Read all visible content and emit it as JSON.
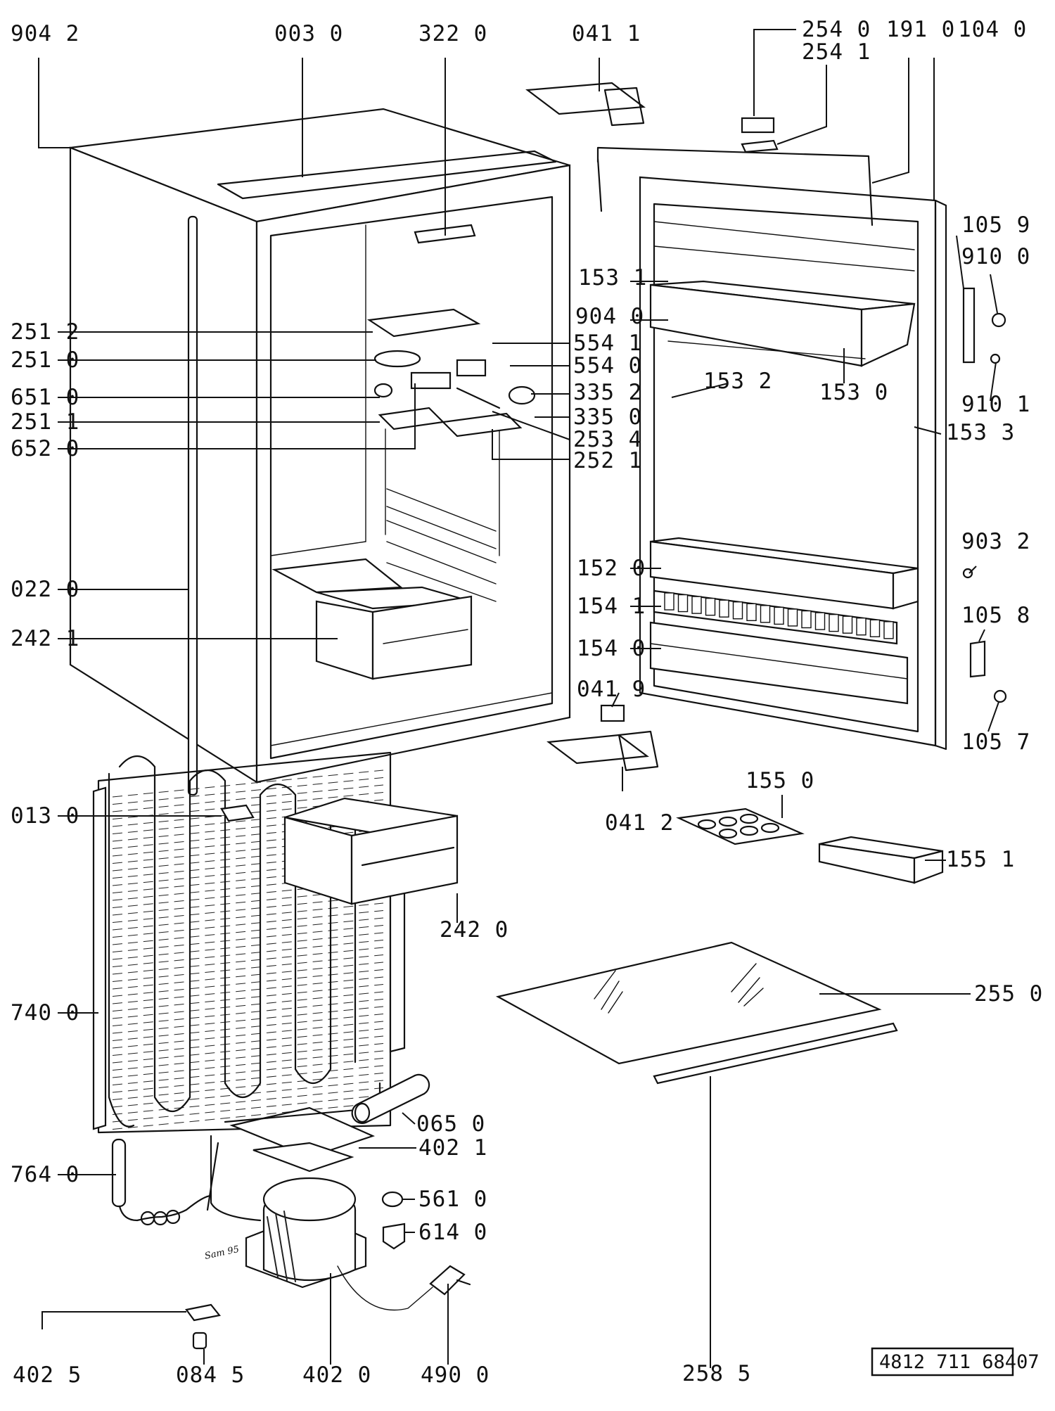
{
  "diagram": {
    "document_number": "4812 711 68407",
    "signature": "Sam 95",
    "labels": [
      {
        "id": "9042",
        "text": "904 2"
      },
      {
        "id": "0030",
        "text": "003 0"
      },
      {
        "id": "3220",
        "text": "322 0"
      },
      {
        "id": "0411",
        "text": "041 1"
      },
      {
        "id": "2540",
        "text": "254 0"
      },
      {
        "id": "2541",
        "text": "254 1"
      },
      {
        "id": "1910",
        "text": "191 0"
      },
      {
        "id": "1040",
        "text": "104 0"
      },
      {
        "id": "1059",
        "text": "105 9"
      },
      {
        "id": "9100",
        "text": "910 0"
      },
      {
        "id": "1531",
        "text": "153 1"
      },
      {
        "id": "9040",
        "text": "904 0"
      },
      {
        "id": "2512",
        "text": "251 2"
      },
      {
        "id": "5541",
        "text": "554 1"
      },
      {
        "id": "2510",
        "text": "251 0"
      },
      {
        "id": "5540",
        "text": "554 0"
      },
      {
        "id": "6510",
        "text": "651 0"
      },
      {
        "id": "3352",
        "text": "335 2"
      },
      {
        "id": "1532",
        "text": "153 2"
      },
      {
        "id": "1530",
        "text": "153 0"
      },
      {
        "id": "9101",
        "text": "910 1"
      },
      {
        "id": "2511",
        "text": "251 1"
      },
      {
        "id": "3350",
        "text": "335 0"
      },
      {
        "id": "1533",
        "text": "153 3"
      },
      {
        "id": "6520",
        "text": "652 0"
      },
      {
        "id": "2534",
        "text": "253 4"
      },
      {
        "id": "2521",
        "text": "252 1"
      },
      {
        "id": "9032",
        "text": "903 2"
      },
      {
        "id": "1520",
        "text": "152 0"
      },
      {
        "id": "0220",
        "text": "022 0"
      },
      {
        "id": "1541",
        "text": "154 1"
      },
      {
        "id": "1058",
        "text": "105 8"
      },
      {
        "id": "2421",
        "text": "242 1"
      },
      {
        "id": "1540",
        "text": "154 0"
      },
      {
        "id": "0419",
        "text": "041 9"
      },
      {
        "id": "1057",
        "text": "105 7"
      },
      {
        "id": "1550",
        "text": "155 0"
      },
      {
        "id": "0130",
        "text": "013 0"
      },
      {
        "id": "0412",
        "text": "041 2"
      },
      {
        "id": "1551",
        "text": "155 1"
      },
      {
        "id": "2420",
        "text": "242 0"
      },
      {
        "id": "7400",
        "text": "740 0"
      },
      {
        "id": "2550",
        "text": "255 0"
      },
      {
        "id": "0650",
        "text": "065 0"
      },
      {
        "id": "4021",
        "text": "402 1"
      },
      {
        "id": "7640",
        "text": "764 0"
      },
      {
        "id": "5610",
        "text": "561 0"
      },
      {
        "id": "6140",
        "text": "614 0"
      },
      {
        "id": "4025",
        "text": "402 5"
      },
      {
        "id": "0845",
        "text": "084 5"
      },
      {
        "id": "4020",
        "text": "402 0"
      },
      {
        "id": "4900",
        "text": "490 0"
      },
      {
        "id": "2585",
        "text": "258 5"
      }
    ]
  }
}
